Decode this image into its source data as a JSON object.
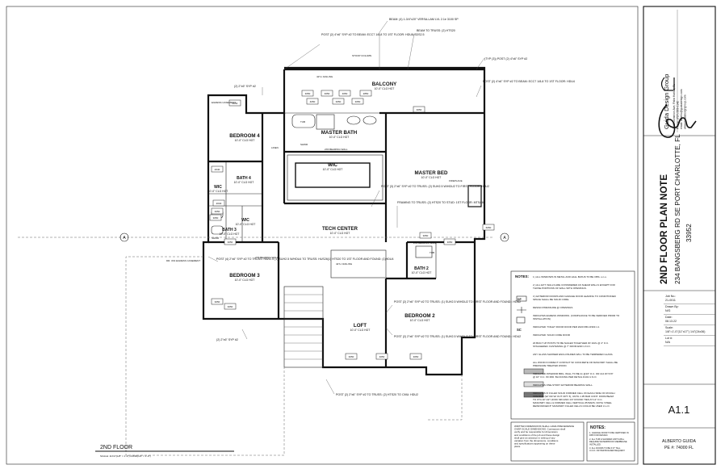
{
  "sheet": {
    "drawing_title": "2ND FLOOR",
    "drawing_scale": "SCALE: 11X17(1/8\" = 1'-0\") 24X36(1/4\" = 1'-0\")",
    "sheet_number": "A1.1"
  },
  "title_block": {
    "firm_name": "Guida Design Group",
    "firm_contact": [
      "1645 Dominion Ave, Palm Harbor, FL",
      "Phone: (727) 555-0142",
      "email: alberto@guidadesign.com",
      "www.guidadesigngroup.com"
    ],
    "project_title": "2ND FLOOR PLAN NOTE",
    "project_address": "234 BANGSBERG RD SE PORT CHARLOTTE, FL",
    "project_zip": "33952",
    "fields": [
      {
        "label": "Job No.:",
        "value": "21-0011"
      },
      {
        "label": "Drawn By:",
        "value": "N/G"
      },
      {
        "label": "Date:",
        "value": "08.13.22"
      },
      {
        "label": "Scale:",
        "value": "1/8\"=1'-0\"(11\"x17\") 1/4\"(24x36)"
      },
      {
        "label": "Lot #:",
        "value": "N/A"
      }
    ],
    "engineer_name": "ALBERTO GUIDA",
    "engineer_license": "PE #: 74000 FL"
  },
  "rooms": [
    {
      "name": "BALCONY",
      "sub": "10'-0\" CLG HGT"
    },
    {
      "name": "BEDROOM 4",
      "sub": "10'-0\" CLG HGT"
    },
    {
      "name": "MASTER BATH",
      "sub": "10'-0\" CLG HGT"
    },
    {
      "name": "WIC",
      "sub": "10'-0\" CLG HGT"
    },
    {
      "name": "MASTER BED",
      "sub": "10'-0\" CLG HGT"
    },
    {
      "name": "BATH 4",
      "sub": "10'-0\" CLG HGT"
    },
    {
      "name": "WIC",
      "sub": "10'-0\" CLG HGT"
    },
    {
      "name": "WIC",
      "sub": "10'-0\" CLG HGT"
    },
    {
      "name": "BATH 3",
      "sub": "10'-0\" CLG HGT"
    },
    {
      "name": "TECH CENTER",
      "sub": "10'-0\" CLG HGT"
    },
    {
      "name": "BEDROOM 3",
      "sub": "10'-0\" CLG HGT"
    },
    {
      "name": "LOFT",
      "sub": "10'-0\" CLG HGT"
    },
    {
      "name": "BEDROOM 2",
      "sub": "10'-0\" CLG HGT"
    },
    {
      "name": "BATH 2",
      "sub": "10'-0\" CLG HGT"
    }
  ],
  "callouts": [
    "BEAM: (4) 1-3/4\"x20\" VERSA-LAM LVL 2.1e 3100 SP",
    "POST (2) 4\"x6\" SYP #2 TO BEAM: ECC7 1/8-8 TO 1ST FLOOR: HDU8-SDS2.5",
    "BEAM TO TRUSS: (2) HTS20",
    "(TYP (3)) POST (2) 4\"x6\" SYP #2",
    "POST (2) 4\"x6\" SYP #2 TO BEAM: ECC7 1/8-8 TO 1ST FLOOR: HDU4",
    "(2) 2\"x6\" SYP #2",
    "POST (3) 2\"x6\" SYP #2 TO TRUSS: (2) SUH2.5 W/HDU2 TO FIRST FLOOR: HDU2",
    "FRAMING TO TRUSS: (2) HTS20 TO STUD: 1ST FLOOR: MTSA40",
    "POST (4) 2\"x6\" SYP #2 TO TRUSS: HAH2.5 (1) SUH2.5 W/HDU4 TO TRUSS: HUS26(1) HTS20 TO 1ST FLOOR AND FOUND: (1)HDU4",
    "POST (2) 2\"x6\" SYP #2 TO TRUSS: (1) SUH2.5 W/HDU2 TO FIRST FLOOR AND FOUND.: HDU2",
    "POST (2) 2\"x6\" SYP #2 TO TRUSS: (1) SUH2.5 W/HDU2 TO FIRST FLOOR AND FOUND.: HDU2",
    "(2) 2\"x6\" SYP #2",
    "POST (2) 2\"x6\" SYP #2 TO TRUSS: (2) HTS20 TO CMU: HDU2"
  ],
  "labels": {
    "railing": "42\"H. RAILING",
    "railing_loft": "42\"H. RAILING",
    "fireplace": "FIREPLACE",
    "pony_wall": "2X6 BEARING WALL",
    "bearing_wall_mb": "2X6 BEARING WALL",
    "bearing_wall_bath": "2X6 BEARING WALL",
    "tub": "TUB",
    "shower": "SHWR",
    "shower2": "SHWR",
    "tub2": "TUB",
    "linen": "LINEN",
    "egress": "EGRESS CASEMENT",
    "egress2": "DR. 3X4 EGRESS CASEMENT",
    "stoop": "STOOP COLUMN"
  },
  "notes_section": {
    "heading": "NOTES:",
    "items": [
      "1.) ALL WINDOWS IN METAL AND HALL BATHS TO BE OBS. u.n.o.",
      "2.) ALL EXT. WALLS ARE CONSIDERED AS SHEAR WALLS EXCEPT FOR THOSE PORTIONS OF WALL WITH OPENINGS.",
      "3.) EXTERIOR DOORS AND GARAGE DOOR LEADING TO CONDITIONED SPACE SHALL BE SOLID CORE.",
      "DESIGN PRESSURE @ OPENINGS",
      "INDICATES EGRESS WINDOWS. (COMPLIANCE TO BE VERIFIED PRIOR TO INSTALLATION)",
      "INDICATED: TOILET ROOM DOOR PER 2020 FBC-R303.1.1",
      "INDICATED: SOLID CORE DOOR",
      "20 BUILT UP POSTS TO BE NAILED TOGETHER W/ 10d's @ 4\" O.C. STAGGERED. FASTENING @ 7\" FROM END U.N.O.",
      "ANY GLASS SHOWER ENCLOSURES WILL TO BE TEMPERED GLASS.",
      "ALL WOOD IN DIRECT CONTACT W/ CONCRETE OR MASONRY SHALL BE PRESSURE TREATED WOOD.",
      "INDICATED INTERIOR BRG. WALL TO BE 2x @16\" O.C. OR 2x4 W/ SYP @ 16\" O.C. W/ MID. BLOCKING PER DETAIL D101 U.N.O.",
      "INDICATES ONE-STORY EXTERIOR BEARING WALL.",
      "INDICATES IF FILLED SOLID FORMED CELL ON EACH SIDE OF ROUGH OPENING (W/ OR W/ OUT OPT. 5), UNTIL 1 #5 BAR CONT. FROM BEAM TO FTG W/ 1/2\" HOOK MIN AND 1/4\" ROUND TIES AT 12\" O.C. MASONRY CELL & FORMED CELL VERTICAL #5 BARS. NOTE: STEEL REINFORCED 8\" MASONRY FILLED CELLS COULD BE USED U.L.O."
    ],
    "key_symbols": [
      "DP",
      "SC"
    ]
  },
  "bottom_notes": {
    "written_dims": "WRITTEN DIMENSIONS SHALL HAVE PRECEDENCE OVER SCALE DIMENSIONS. Contractors shall verify and be responsible for dimensions and conditions of the job and these design shall give an advance in writing of any variation from the dimensions, conditions and specifications appearing on these plans.",
    "heading": "NOTES:",
    "items": [
      "1. GARAGE DOOR TO BE CERTIFIED IN DPR FOR DESIGN.",
      "2. ALL TUB & SHOWER UNITS WILL REQUIRE WATERPROOF MEMBRANE INSTALLED.",
      "3. ALL DOORS TO BE 6'-8\" TALL U.N.O. OR PER BUILDER REQUEST."
    ]
  },
  "window_tags": [
    "3050",
    "3050",
    "3050",
    "2850",
    "3050",
    "4050",
    "4050",
    "2040",
    "2040",
    "3050",
    "3050",
    "3050",
    "6050",
    "3050",
    "3050",
    "3050",
    "3050",
    "3050",
    "3050",
    "3050",
    "3050",
    "3050"
  ],
  "grid_mark": "A"
}
